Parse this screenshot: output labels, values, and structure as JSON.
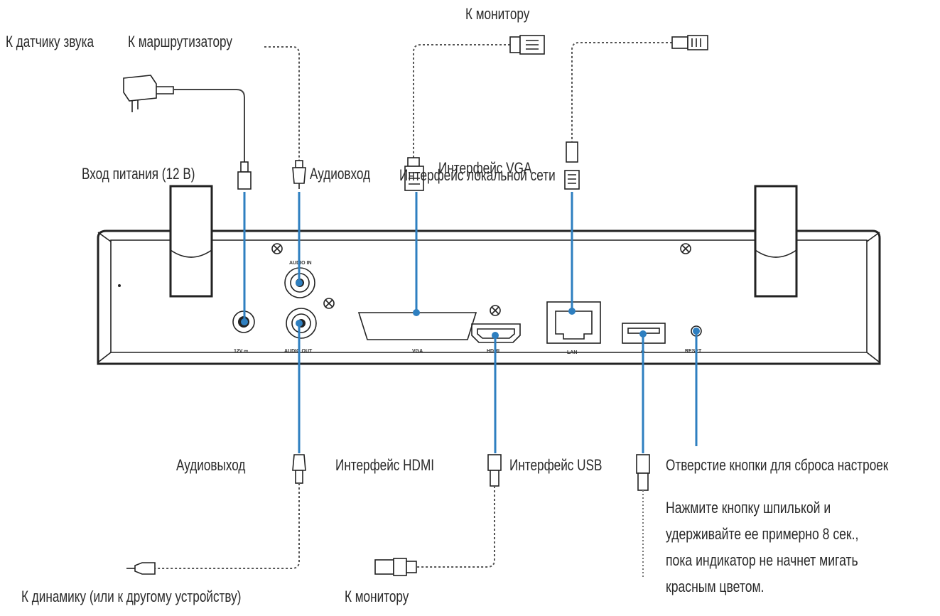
{
  "colors": {
    "leader": "#2e7fc0",
    "outline": "#222222",
    "text": "#2a2a2a"
  },
  "labels": {
    "to_monitor_top": "К монитору",
    "to_sound_sensor": "К датчику звука",
    "to_router": "К маршрутизатору",
    "power_input": "Вход питания (12 В)",
    "audio_input": "Аудиовход",
    "vga_interface": "Интерфейс VGA",
    "lan_interface": "Интерфейс локальной сети",
    "audio_output": "Аудиовыход",
    "hdmi_interface": "Интерфейс HDMI",
    "usb_interface": "Интерфейс USB",
    "reset_hole": "Отверстие кнопки для сброса настроек",
    "to_speaker": "К динамику (или к другому устройству)",
    "to_monitor_bottom": "К монитору"
  },
  "reset_note": [
    "Нажмите кнопку шпилькой и",
    "удерживайте ее примерно 8 сек.,",
    "пока индикатор не начнет мигать",
    "красным цветом."
  ],
  "ports": {
    "audio_in": "AUDIO IN",
    "audio_out": "AUDIO OUT",
    "power": "12V ⎓",
    "vga": "VGA",
    "hdmi": "HDMI",
    "lan": "LAN",
    "usb": "⭠",
    "reset": "RESET"
  }
}
